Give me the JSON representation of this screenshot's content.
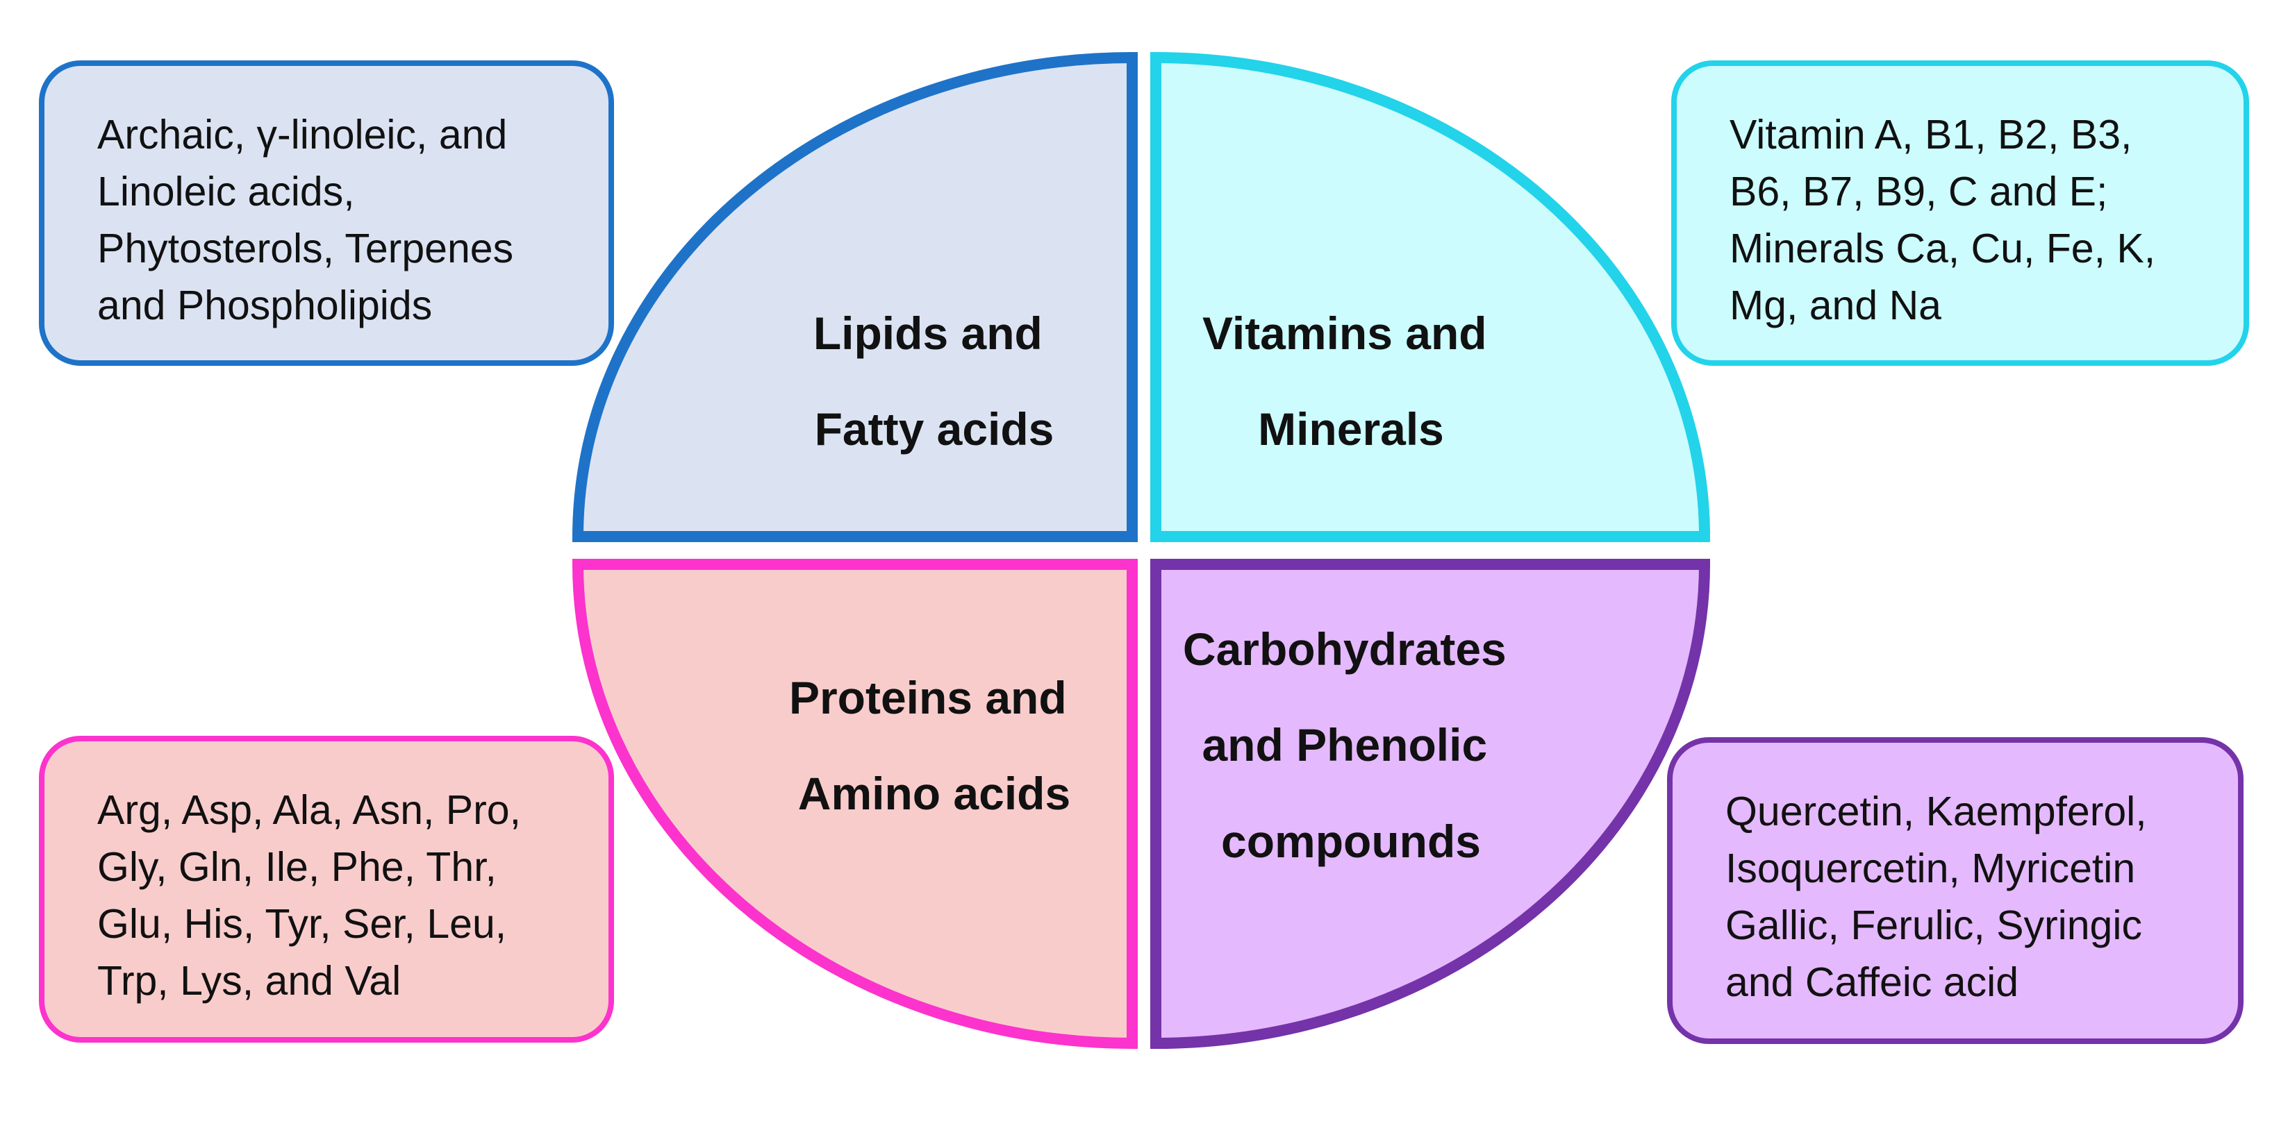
{
  "quadrants": {
    "lipids": {
      "title": [
        "Lipids and",
        "Fatty acids"
      ],
      "details": [
        "Archaic, γ-linoleic, and",
        "Linoleic acids,",
        "Phytosterols, Terpenes",
        "and Phospholipids"
      ],
      "fill": "#dbe3f3",
      "stroke": "#1e73c8"
    },
    "vitamins": {
      "title": [
        "Vitamins and",
        "Minerals"
      ],
      "details": [
        "Vitamin A, B1, B2, B3,",
        "B6, B7, B9, C and E;",
        "Minerals Ca, Cu, Fe, K,",
        "Mg, and Na"
      ],
      "fill": "#ccfcfd",
      "stroke": "#22d3ea"
    },
    "proteins": {
      "title": [
        "Proteins and",
        "Amino acids"
      ],
      "details": [
        "Arg, Asp, Ala, Asn, Pro,",
        "Gly, Gln, Ile, Phe, Thr,",
        "Glu, His, Tyr, Ser, Leu,",
        "Trp, Lys, and Val"
      ],
      "fill": "#f9cccc",
      "stroke": "#fc33cc"
    },
    "carbohydrates": {
      "title": [
        "Carbohydrates",
        "and Phenolic",
        "compounds"
      ],
      "details": [
        "Quercetin, Kaempferol,",
        "Isoquercetin, Myricetin",
        "Gallic, Ferulic, Syringic",
        "and Caffeic acid"
      ],
      "fill": "#e5b9fd",
      "stroke": "#7433a8"
    }
  }
}
